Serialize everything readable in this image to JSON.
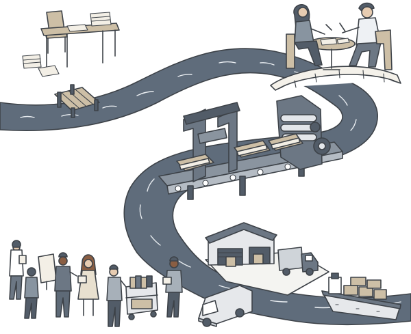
{
  "scene": {
    "type": "illustration",
    "colors": {
      "background": "#ffffff",
      "river": "#5f6c7b",
      "river_ripple": "#e9edf1",
      "outline": "#3d4248",
      "tan": "#cdbfa6",
      "paper": "#f3efe6",
      "slate": "#6c7784"
    },
    "elements": [
      {
        "id": "writing-desk",
        "icon": "desk-icon"
      },
      {
        "id": "wooden-dock",
        "icon": "dock-icon"
      },
      {
        "id": "meeting-table",
        "icon": "meeting-icon"
      },
      {
        "id": "footbridge",
        "icon": "bridge-icon"
      },
      {
        "id": "printing-press",
        "icon": "press-icon"
      },
      {
        "id": "warehouse",
        "icon": "warehouse-icon"
      },
      {
        "id": "delivery-truck",
        "icon": "truck-icon"
      },
      {
        "id": "delivery-van",
        "icon": "van-icon"
      },
      {
        "id": "cargo-ship",
        "icon": "ship-icon"
      },
      {
        "id": "reader-group",
        "icon": "people-icon"
      },
      {
        "id": "book-cart",
        "icon": "cart-icon"
      }
    ]
  }
}
